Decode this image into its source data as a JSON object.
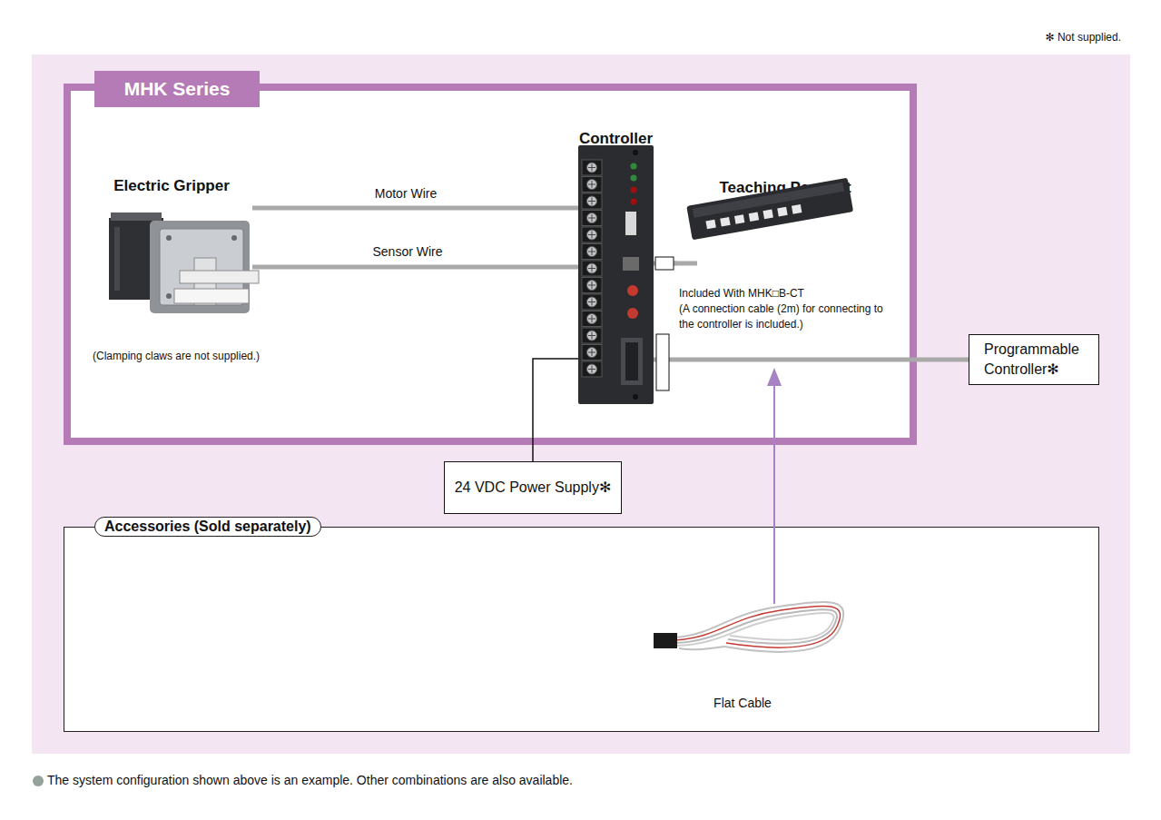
{
  "diagram": {
    "nodes": [
      {
        "text": [
          "MHK Series"
        ]
      },
      {
        "text": [
          "Electric Gripper",
          "(Clamping claws are not supplied.)"
        ],
        "in": 0
      },
      {
        "text": [
          "Controller"
        ],
        "in": 0
      },
      {
        "text": [
          "Teaching Pendant",
          "Included With MHK□B-CT",
          "(A connection cable (2m) for connecting to the controller is included.)"
        ],
        "in": 0
      },
      {
        "text": [
          "Programmable Controller✻"
        ]
      },
      {
        "text": [
          "24 VDC Power Supply✻"
        ]
      },
      {
        "text": [
          "Accessories (Sold separately)"
        ]
      }
    ],
    "edges": [
      {
        "from": 1,
        "to": 2,
        "label": "Motor Wire",
        "arrow": "none"
      },
      {
        "from": 1,
        "to": 2,
        "label": "Sensor Wire",
        "arrow": "none"
      },
      {
        "from": 2,
        "to": 3,
        "arrow": "none"
      },
      {
        "from": 2,
        "to": 4,
        "arrow": "none"
      },
      {
        "from": 5,
        "to": 2,
        "arrow": "none"
      }
    ],
    "labels": [
      "✻ Not supplied.",
      "Flat Cable",
      "The system configuration shown above is an example. Other combinations are also available."
    ]
  }
}
